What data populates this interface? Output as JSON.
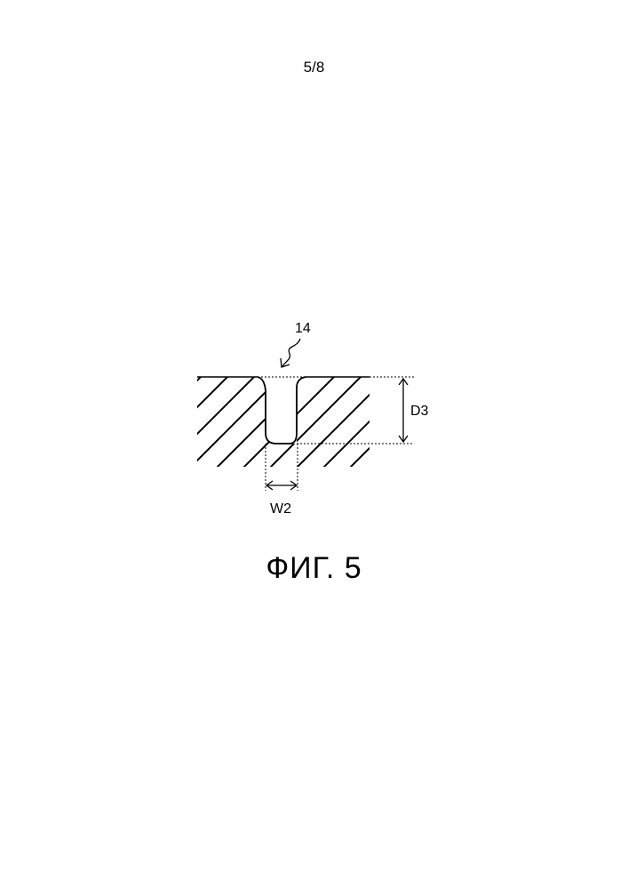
{
  "page": {
    "number": "5/8"
  },
  "figure": {
    "caption": "ФИГ. 5",
    "labels": {
      "groove_ref": "14",
      "depth": "D3",
      "width": "W2"
    }
  }
}
